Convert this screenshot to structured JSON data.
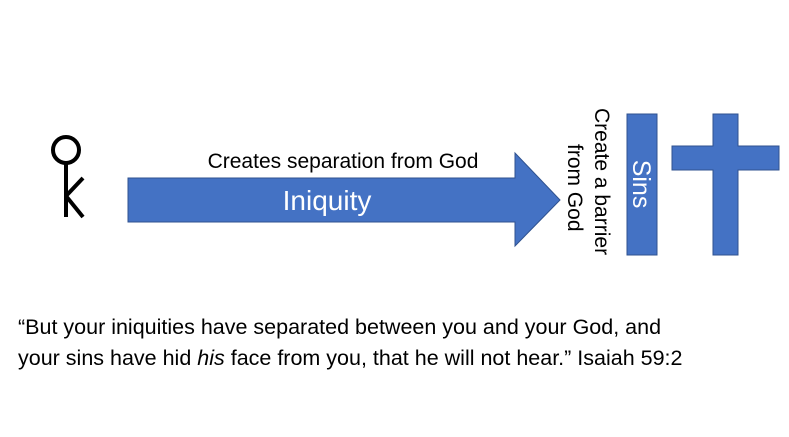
{
  "colors": {
    "shape_fill": "#4472C4",
    "shape_stroke": "#2F528F",
    "text": "#000000",
    "on_shape_text": "#FFFFFF"
  },
  "diagram": {
    "person_icon": "person-stick-figure-icon",
    "arrow": {
      "label_inside": "Iniquity",
      "label_above": "Creates separation from God"
    },
    "barrier": {
      "label_inside": "Sins",
      "label_beside_line1": "Create a barrier",
      "label_beside_line2": "from God"
    },
    "cross_icon": "cross-icon"
  },
  "quote": {
    "line1": "“But your iniquities have separated between you and your God, and",
    "line2_before": "your sins have hid ",
    "line2_emph": "his",
    "line2_after": " face from you, that he will not hear.”",
    "reference": " Isaiah 59:2"
  }
}
